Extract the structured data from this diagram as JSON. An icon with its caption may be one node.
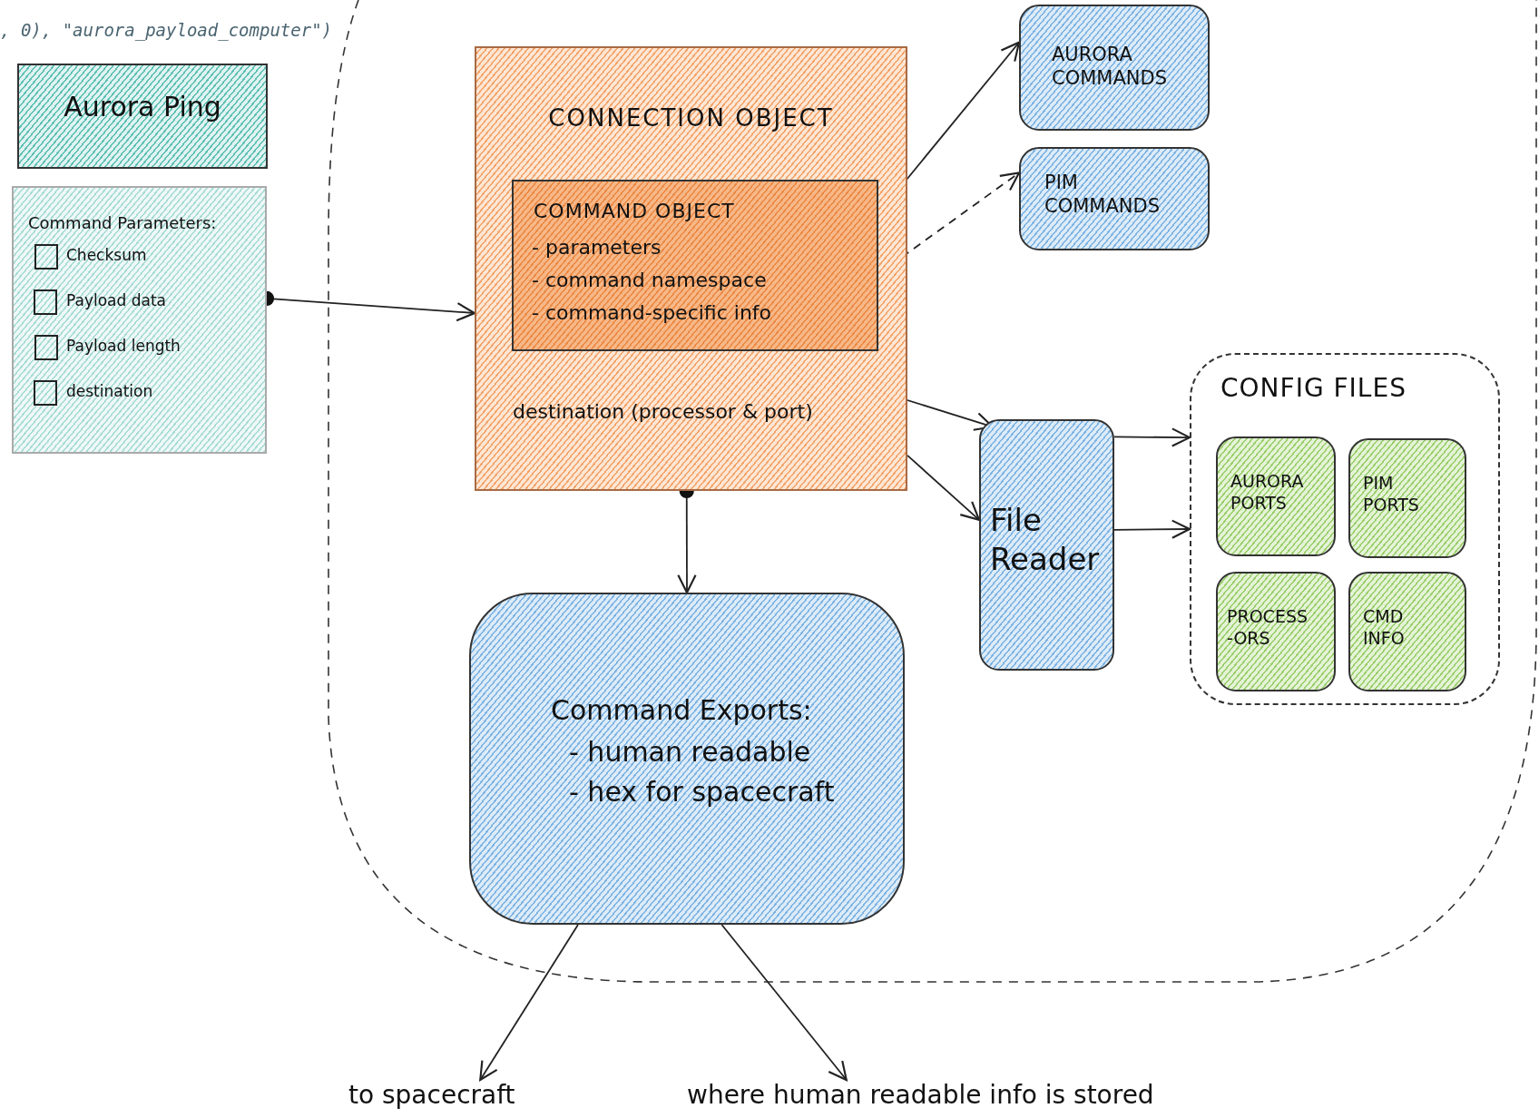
{
  "diagram": {
    "nodes": [
      {
        "text": [
          "Aurora Ping"
        ]
      },
      {
        "text": [
          "Command Parameters:",
          "Checksum",
          "Payload data",
          "Payload length",
          "destination"
        ]
      },
      {
        "text": [
          "CONNECTION OBJECT",
          "destination (processor & port)"
        ]
      },
      {
        "text": [
          "COMMAND OBJECT",
          "- parameters",
          "- command namespace",
          "- command-specific info"
        ],
        "in": 2
      },
      {
        "text": [
          "AURORA COMMANDS"
        ]
      },
      {
        "text": [
          "PIM COMMANDS"
        ]
      },
      {
        "text": [
          "File Reader"
        ]
      },
      {
        "text": [
          "CONFIG FILES"
        ]
      },
      {
        "text": [
          "AURORA PORTS"
        ],
        "in": 7
      },
      {
        "text": [
          "PIM PORTS"
        ],
        "in": 7
      },
      {
        "text": [
          "PROCESS -ORS"
        ],
        "in": 7
      },
      {
        "text": [
          "CMD INFO"
        ],
        "in": 7
      },
      {
        "text": [
          "Command Exports:",
          "- human readable",
          "- hex for spacecraft"
        ]
      },
      {
        "text": [
          "to spacecraft"
        ]
      },
      {
        "text": [
          "where human readable info is stored"
        ]
      }
    ],
    "edges": [
      {
        "from": 1,
        "to": 2,
        "arrow": "to"
      },
      {
        "from": 3,
        "to": 4,
        "arrow": "to"
      },
      {
        "from": 3,
        "to": 5,
        "arrow": "to",
        "style": "dashed"
      },
      {
        "from": 3,
        "to": 6,
        "arrow": "to"
      },
      {
        "from": 2,
        "to": 6,
        "arrow": "to"
      },
      {
        "from": 6,
        "to": 7,
        "arrow": "to"
      },
      {
        "from": 6,
        "to": 7,
        "arrow": "to"
      },
      {
        "from": 2,
        "to": 12,
        "arrow": "to"
      },
      {
        "from": 12,
        "to": 13,
        "arrow": "to"
      },
      {
        "from": 12,
        "to": 14,
        "arrow": "to"
      }
    ],
    "labels": [
      ", 0), \"aurora_payload_computer\")"
    ]
  }
}
